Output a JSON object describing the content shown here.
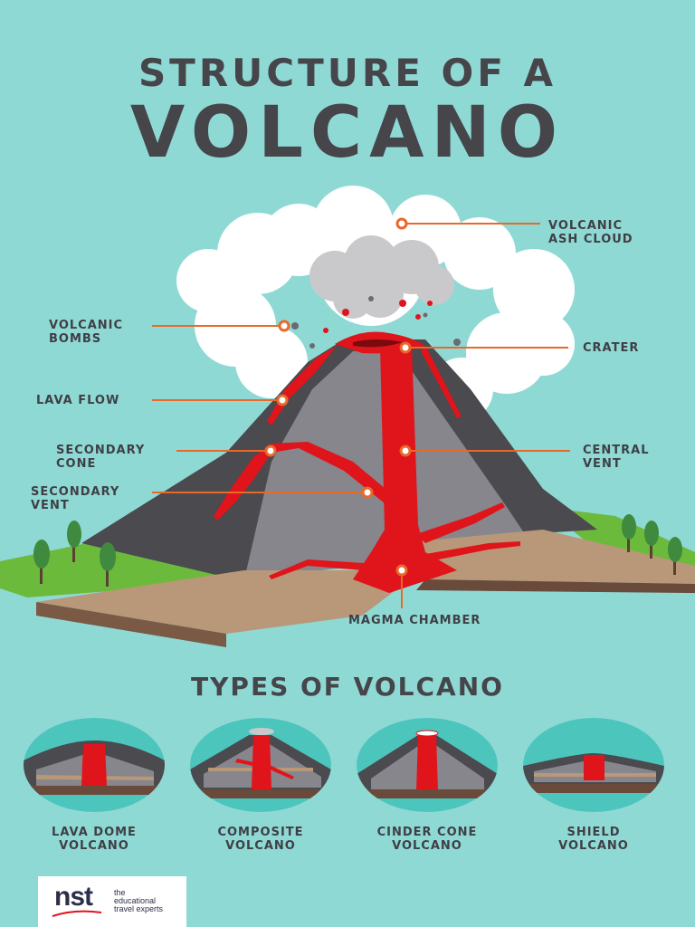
{
  "title": {
    "line1": "STRUCTURE OF A",
    "line2": "VOLCANO"
  },
  "labels": {
    "ash_cloud": "VOLCANIC\nASH CLOUD",
    "bombs": "VOLCANIC\nBOMBS",
    "crater": "CRATER",
    "lava_flow": "LAVA FLOW",
    "secondary_cone": "SECONDARY\nCONE",
    "central_vent": "CENTRAL\nVENT",
    "secondary_vent": "SECONDARY\nVENT",
    "magma_chamber": "MAGMA CHAMBER"
  },
  "types": {
    "title": "TYPES OF VOLCANO",
    "items": [
      {
        "label": "LAVA DOME\nVOLCANO"
      },
      {
        "label": "COMPOSITE\nVOLCANO"
      },
      {
        "label": "CINDER CONE\nVOLCANO"
      },
      {
        "label": "SHIELD\nVOLCANO"
      }
    ]
  },
  "logo": {
    "brand": "nst",
    "tagline": "the\neducational\ntravel experts"
  },
  "colors": {
    "background": "#8fd9d5",
    "lava": "#e0141b",
    "callout": "#e8692a",
    "rock_dark": "#4a4a4f",
    "rock_light": "#86868c",
    "grass": "#6cba3c"
  }
}
